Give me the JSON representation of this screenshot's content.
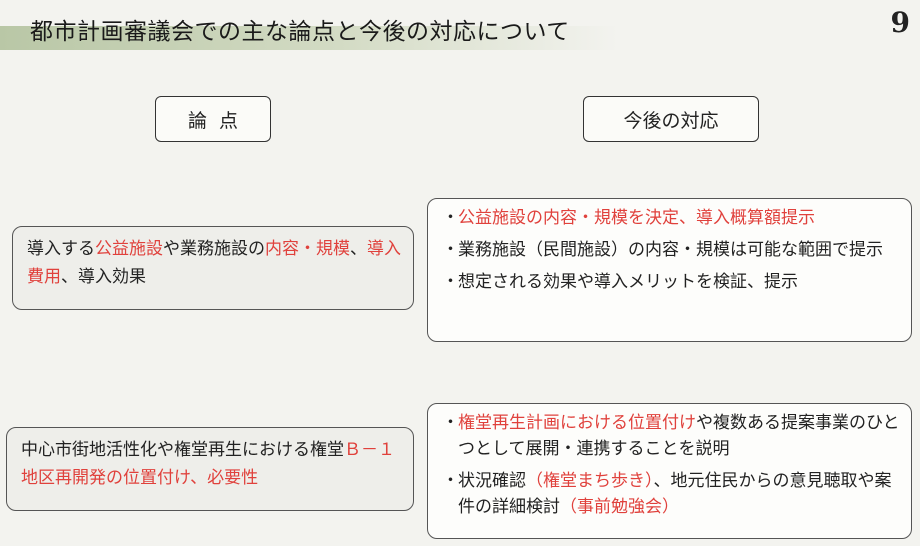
{
  "title": "都市計画審議会での主な論点と今後の対応について",
  "page_number": "9",
  "headers": {
    "left": "論点",
    "right": "今後の対応"
  },
  "colors": {
    "accent_red": "#e0413c",
    "title_band": "#c4cfb3"
  },
  "issues": [
    {
      "segments": [
        {
          "text": "導入する",
          "red": false
        },
        {
          "text": "公益施設",
          "red": true
        },
        {
          "text": "や業務施設の",
          "red": false
        },
        {
          "text": "内容・規模",
          "red": true
        },
        {
          "text": "、",
          "red": false
        },
        {
          "text": "導入費用",
          "red": true
        },
        {
          "text": "、導入効果",
          "red": false
        }
      ]
    },
    {
      "segments": [
        {
          "text": "中心市街地活性化や権堂再生における権堂",
          "red": false
        },
        {
          "text": "Ｂ－１地区再開発の位置付け、必要性",
          "red": true
        }
      ]
    }
  ],
  "responses": [
    {
      "bullets": [
        {
          "segments": [
            {
              "text": "公益施設の内容・規模を決定、導入概算額提示",
              "red": true
            }
          ]
        },
        {
          "segments": [
            {
              "text": "業務施設（民間施設）の内容・規模は可能な範囲で提示",
              "red": false
            }
          ]
        },
        {
          "segments": [
            {
              "text": "想定される効果や導入メリットを検証、提示",
              "red": false
            }
          ]
        }
      ]
    },
    {
      "bullets": [
        {
          "segments": [
            {
              "text": "権堂再生計画における位置付け",
              "red": true
            },
            {
              "text": "や複数ある提案事業のひとつとして展開・連携することを説明",
              "red": false
            }
          ]
        },
        {
          "segments": [
            {
              "text": "状況確認",
              "red": false
            },
            {
              "text": "（権堂まち歩き）",
              "red": true
            },
            {
              "text": "、地元住民からの意見聴取や案件の詳細検討",
              "red": false
            },
            {
              "text": "（事前勉強会）",
              "red": true
            }
          ]
        }
      ]
    }
  ],
  "bullet_mark": "・"
}
